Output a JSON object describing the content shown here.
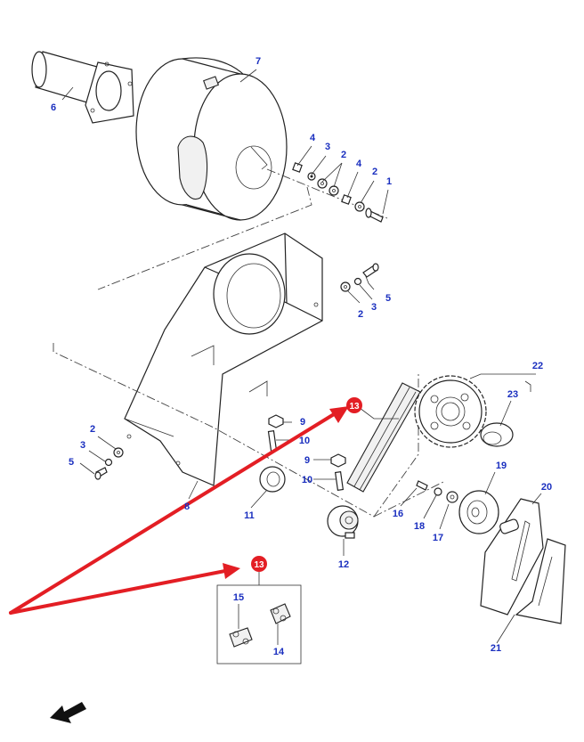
{
  "colors": {
    "callout_text": "#1a2fbf",
    "highlight": "#e31e24",
    "linework": "#222222"
  },
  "callouts": {
    "c1": "1",
    "c2a": "2",
    "c2b": "2",
    "c2c": "2",
    "c2d": "2",
    "c3a": "3",
    "c3b": "3",
    "c3c": "3",
    "c4a": "4",
    "c4b": "4",
    "c5a": "5",
    "c5b": "5",
    "c6": "6",
    "c7": "7",
    "c8": "8",
    "c9a": "9",
    "c9b": "9",
    "c10a": "10",
    "c10b": "10",
    "c11": "11",
    "c12": "12",
    "c14": "14",
    "c15": "15",
    "c16": "16",
    "c17": "17",
    "c18": "18",
    "c19": "19",
    "c20": "20",
    "c21": "21",
    "c22": "22",
    "c23": "23"
  },
  "highlight_badges": {
    "chain": "13",
    "detail": "13"
  },
  "icons": {
    "orientation": "direction-arrow-icon"
  }
}
